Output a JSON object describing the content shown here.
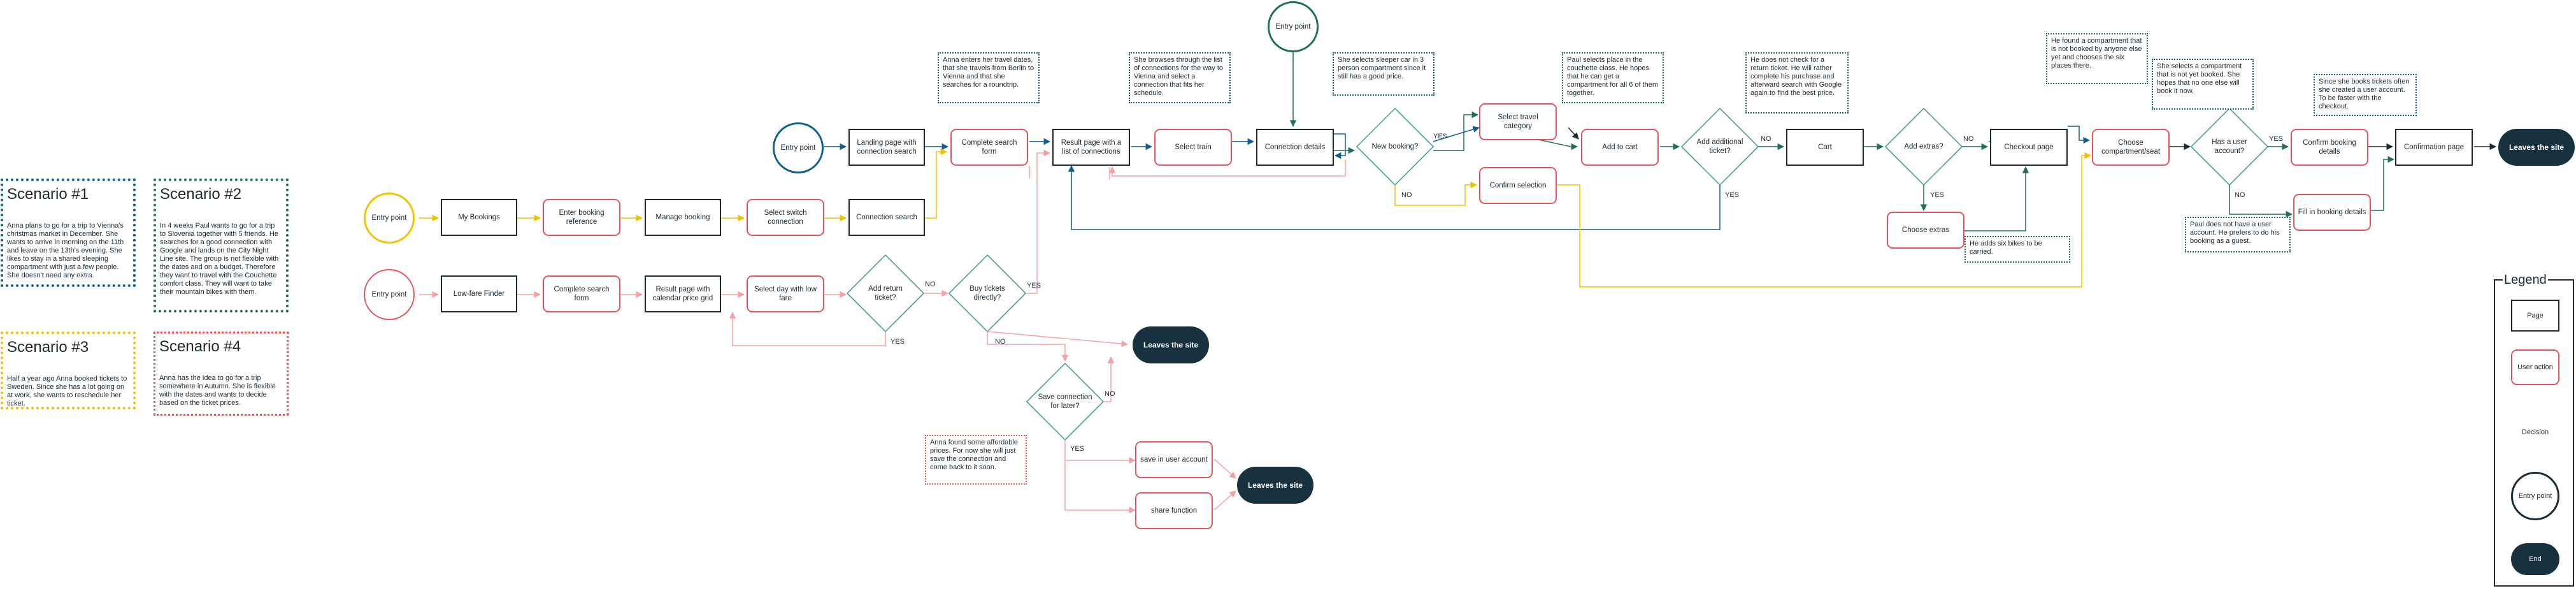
{
  "colors": {
    "dark": "#1d2a33",
    "blue": "#0e5f8c",
    "green": "#1f6e5e",
    "yellow": "#f2c200",
    "red": "#e8545b",
    "pink": "#f4a0a4",
    "endfill": "#17313e"
  },
  "scenarios": [
    {
      "title": "Scenario #1",
      "text": "Anna plans to go for a trip to Vienna's christmas market in December. She wants to arrive in morning on the 11th and leave on the 13th's evening. She likes to stay in a shared sleeping compartment with just a few people. She doesn't need any extra."
    },
    {
      "title": "Scenario #2",
      "text": "In 4 weeks Paul wants to go for a trip to Slovenia together with 5 friends. He searches for a good connection with Google and lands on the City Night Line site. The group is not flexible with the dates and on a budget. Therefore they want to travel with the Couchette comfort class. They will want to take their mountain bikes with them."
    },
    {
      "title": "Scenario #3",
      "text": "Half a year ago Anna booked tickets to Sweden. Since she has a lot going on at work, she wants to reschedule her ticket."
    },
    {
      "title": "Scenario #4",
      "text": "Anna has the idea to go for a trip somewhere in Autumn. She is flexible with the dates and wants to decide based on the ticket prices."
    }
  ],
  "nodes": {
    "entry_top": "Entry point",
    "entry_main": "Entry point",
    "entry_yellow": "Entry point",
    "entry_red": "Entry point",
    "landing_page": "Landing page with connection search",
    "complete_search_form_1": "Complete search form",
    "result_page_list": "Result page with a list of connections",
    "select_train": "Select train",
    "connection_details": "Connection details",
    "new_booking": "New booking?",
    "select_travel_category": "Select travel category",
    "confirm_selection": "Confirm selection",
    "add_to_cart": "Add to cart",
    "add_additional_ticket": "Add additional ticket?",
    "cart": "Cart",
    "add_extras": "Add extras?",
    "choose_extras": "Choose extras",
    "checkout_page": "Checkout page",
    "choose_compartment": "Choose compartment/seat",
    "has_user_account": "Has a user account?",
    "confirm_booking_details": "Confirm booking details",
    "fill_booking_details": "Fill in booking details",
    "confirmation_page": "Confirmation page",
    "leaves_main": "Leaves the site",
    "my_bookings": "My Bookings",
    "enter_booking_reference": "Enter booking reference",
    "manage_booking": "Manage booking",
    "select_switch_connection": "Select switch connection",
    "connection_search": "Connection search",
    "low_fare_finder": "Low-fare Finder",
    "complete_search_form_2": "Complete search form",
    "result_page_calendar": "Result page with calendar price grid",
    "select_day_low_fare": "Select day with low fare",
    "add_return_ticket": "Add return ticket?",
    "buy_tickets_directly": "Buy tickets directly?",
    "leaves_mid": "Leaves the site",
    "save_connection_later": "Save connection for later?",
    "save_in_user_account": "save in user account",
    "share_function": "share function",
    "leaves_bottom": "Leaves the site"
  },
  "notes": {
    "anna_enters": "Anna enters her travel dates, that she travels from Berlin to Vienna and that she searches for a roundtrip.",
    "she_browses": "She browses through the list of connections for the way to Vienna and select a connection that fits her schedule.",
    "she_selects_sleeper": "She selects sleeper car in 3 person compartment since it still has a good price.",
    "paul_selects_place": "Paul selects place in the couchette class. He hopes that he can get a compartment for all 6 of them together.",
    "he_does_not_check": "He does not check for a return ticket. He will rather complete his purchase and afterward search with Google again to find the best price.",
    "he_found_compartment": "He found a compartment that is not booked by anyone else yet and chooses the six places there.",
    "she_selects_compartment": "She selects a compartment that is not yet booked. She hopes that no one else will book it now.",
    "since_she_books": "Since she books tickets often she created a user account. To be faster with the checkout.",
    "he_adds_bikes": "He adds six bikes to be carried.",
    "paul_no_account": "Paul does not have a user account. He prefers to do his booking as a guest.",
    "anna_found_prices": "Anna found some affordable prices. For now she will just save the connection and come back to it soon."
  },
  "labels": {
    "yes": "YES",
    "no": "NO"
  },
  "legend": {
    "title": "Legend",
    "page": "Page",
    "user_action": "User action",
    "decision": "Decision",
    "entry_point": "Entry point",
    "end": "End"
  }
}
